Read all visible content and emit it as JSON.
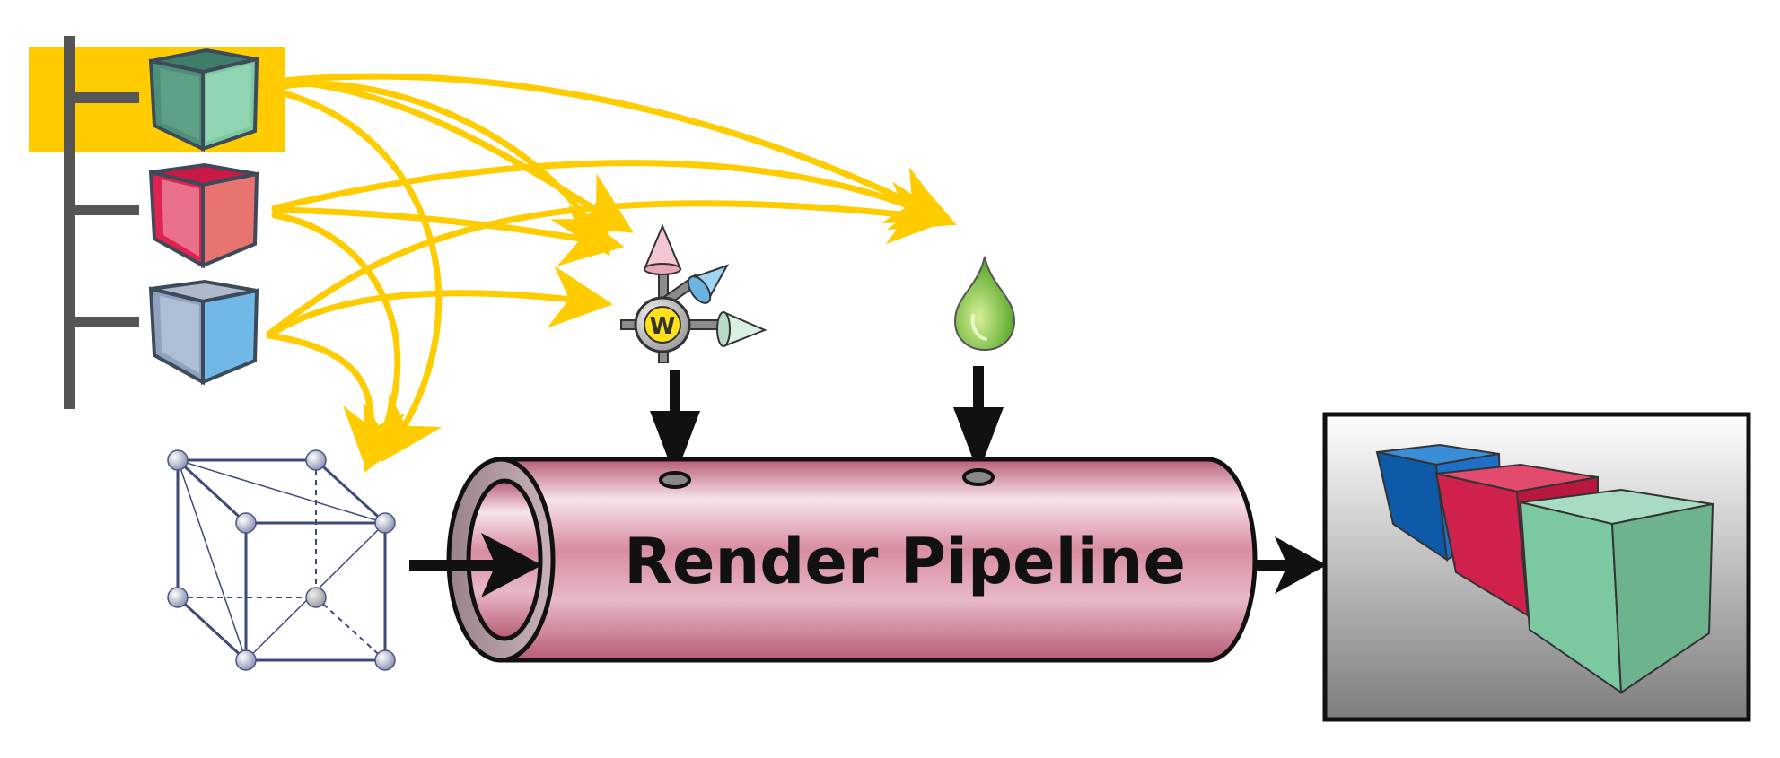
{
  "pipeline": {
    "label": "Render Pipeline",
    "color": "#c9738a"
  },
  "transform_gizmo": {
    "label": "W",
    "icon": "transform-gizmo-icon"
  },
  "material_icon": "green-droplet-icon",
  "scene_nodes": [
    {
      "name": "green-cube-node",
      "color": "#7cc8a0",
      "selected": true
    },
    {
      "name": "red-cube-node",
      "color": "#e0556a",
      "selected": false
    },
    {
      "name": "blue-cube-node",
      "color": "#6fb8e8",
      "selected": false
    }
  ],
  "colors": {
    "selection_highlight": "#ffcc00",
    "connector": "#ffcc00",
    "tree_line": "#555555",
    "arrow": "#111111"
  },
  "output_preview": {
    "icon": "rendered-cubes-icon",
    "cubes": [
      "blue",
      "red",
      "green"
    ]
  }
}
